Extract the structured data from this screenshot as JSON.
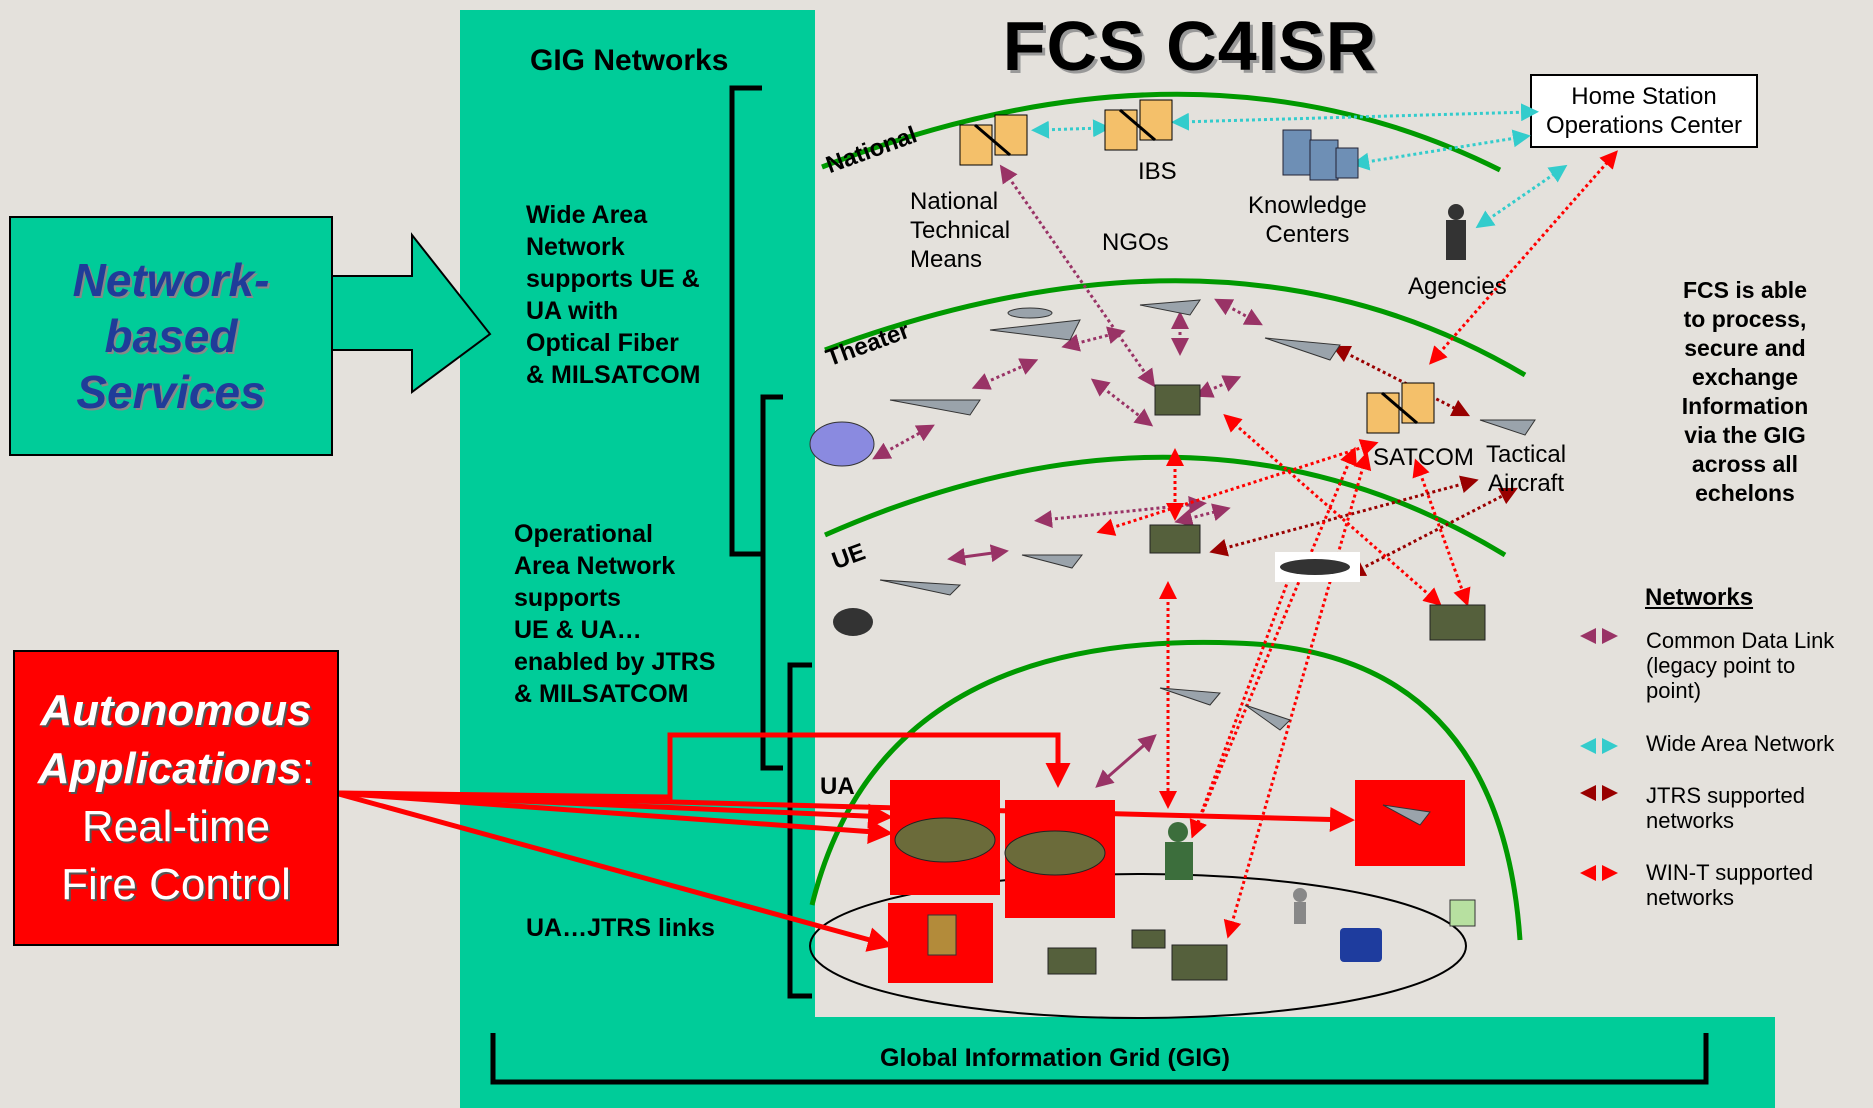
{
  "title": "FCS C4ISR",
  "gig_networks": {
    "heading": "GIG Networks",
    "wide_area": [
      "Wide Area",
      "Network",
      "supports UE &",
      "UA with",
      "Optical  Fiber",
      "& MILSATCOM"
    ],
    "operational": [
      "Operational",
      "Area Network",
      "supports",
      "UE & UA…",
      "enabled by  JTRS",
      "& MILSATCOM"
    ],
    "ua_links": "UA…JTRS links",
    "footer": "Global Information Grid (GIG)"
  },
  "network_based_services": [
    "Network-",
    "based",
    "Services"
  ],
  "autonomous": {
    "line1": "Autonomous",
    "line2": "Applications",
    "line2_suffix": ":",
    "line3": "Real-time",
    "line4": "Fire Control"
  },
  "layers": {
    "national": "National",
    "theater": "Theater",
    "ue": "UE",
    "ua": "UA"
  },
  "nodes": {
    "home_station": [
      "Home Station",
      "Operations Center"
    ],
    "ibs": "IBS",
    "national_technical_means": [
      "National",
      "Technical",
      "Means"
    ],
    "ngos": "NGOs",
    "knowledge_centers": [
      "Knowledge",
      "Centers"
    ],
    "agencies": "Agencies",
    "satcom": "SATCOM",
    "tactical_aircraft": [
      "Tactical",
      "Aircraft"
    ]
  },
  "side_note": [
    "FCS is able",
    "to process,",
    "secure and",
    "exchange",
    "Information",
    "via the GIG",
    "across all",
    "echelons"
  ],
  "legend": {
    "title": "Networks",
    "items": [
      {
        "label": [
          "Common Data Link",
          "(legacy point to",
          "point)"
        ],
        "color": "#993366"
      },
      {
        "label": [
          "Wide Area Network"
        ],
        "color": "#33CCCC"
      },
      {
        "label": [
          "JTRS supported",
          "networks"
        ],
        "color": "#990000"
      },
      {
        "label": [
          "WIN-T supported",
          "networks"
        ],
        "color": "#FF0000"
      }
    ]
  },
  "colors": {
    "background": "#E4E1DC",
    "gig_panel": "#00CC99",
    "arc": "#009900",
    "red_box": "#FF0000",
    "service_text": "#1F3C99"
  }
}
